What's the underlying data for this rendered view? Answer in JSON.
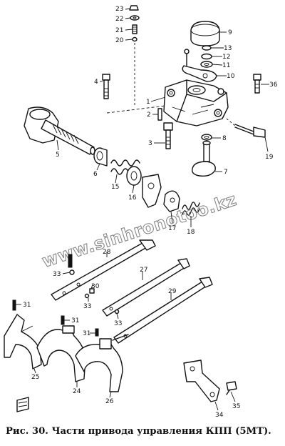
{
  "caption": "Рис. 30. Части привода управления КПП (5МТ).",
  "watermark": "www.sinhronotoo.kz",
  "part_numbers": {
    "p1": "1",
    "p2": "2",
    "p3": "3",
    "p4": "4",
    "p5": "5",
    "p6": "6",
    "p7": "7",
    "p8": "8",
    "p9": "9",
    "p10": "10",
    "p11": "11",
    "p12": "12",
    "p13": "13",
    "p15": "15",
    "p16": "16",
    "p17": "17",
    "p18": "18",
    "p19": "19",
    "p20": "20",
    "p21": "21",
    "p22": "22",
    "p23": "23",
    "p24": "24",
    "p25": "25",
    "p26": "26",
    "p27": "27",
    "p28": "28",
    "p29": "29",
    "p30": "30",
    "p31a": "31",
    "p31b": "31",
    "p31c": "31",
    "p33a": "33",
    "p33b": "33",
    "p33c": "33",
    "p34": "34",
    "p35": "35",
    "p36": "36"
  }
}
